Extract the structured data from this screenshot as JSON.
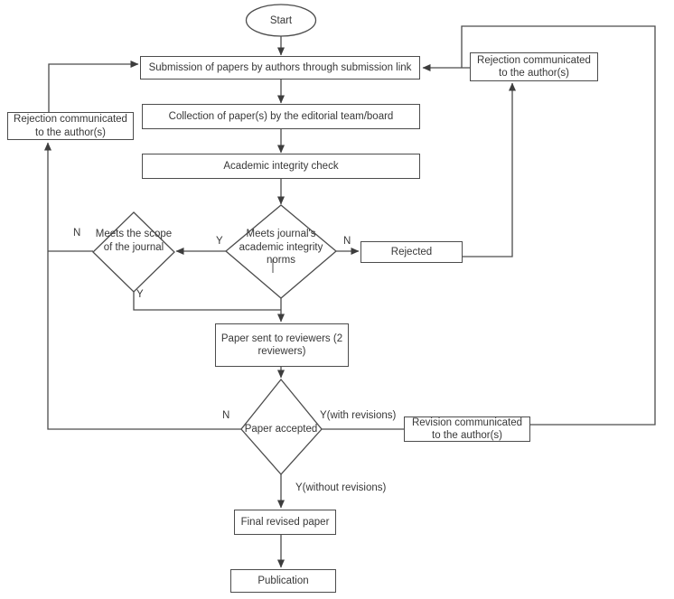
{
  "title": "Journal paper submission and review flowchart",
  "nodes": {
    "start": {
      "label": "Start"
    },
    "submission": {
      "label": "Submission of papers by authors through submission link"
    },
    "collection": {
      "label": "Collection of paper(s) by the editorial team/board"
    },
    "integrity_check": {
      "label": "Academic integrity check"
    },
    "integrity_decision": {
      "label": "Meets journal's academic integrity norms"
    },
    "scope_decision": {
      "label": "Meets the scope of the journal"
    },
    "rejected": {
      "label": "Rejected"
    },
    "rejection_right": {
      "label": "Rejection communicated to the author(s)"
    },
    "rejection_left": {
      "label": "Rejection communicated to the author(s)"
    },
    "reviewers": {
      "label": "Paper sent to reviewers (2 reviewers)"
    },
    "accepted_decision": {
      "label": "Paper accepted"
    },
    "revision": {
      "label": "Revision communicated to the author(s)"
    },
    "final_paper": {
      "label": "Final revised paper"
    },
    "publication": {
      "label": "Publication"
    }
  },
  "edge_labels": {
    "integrity_yes": "Y",
    "integrity_no": "N",
    "scope_no": "N",
    "scope_yes": "Y",
    "accepted_no": "N",
    "accepted_with_revisions": "Y(with revisions)",
    "accepted_without_revisions": "Y(without revisions)"
  },
  "colors": {
    "background": "#ffffff",
    "line": "#4c4c4c",
    "text": "#373737"
  }
}
